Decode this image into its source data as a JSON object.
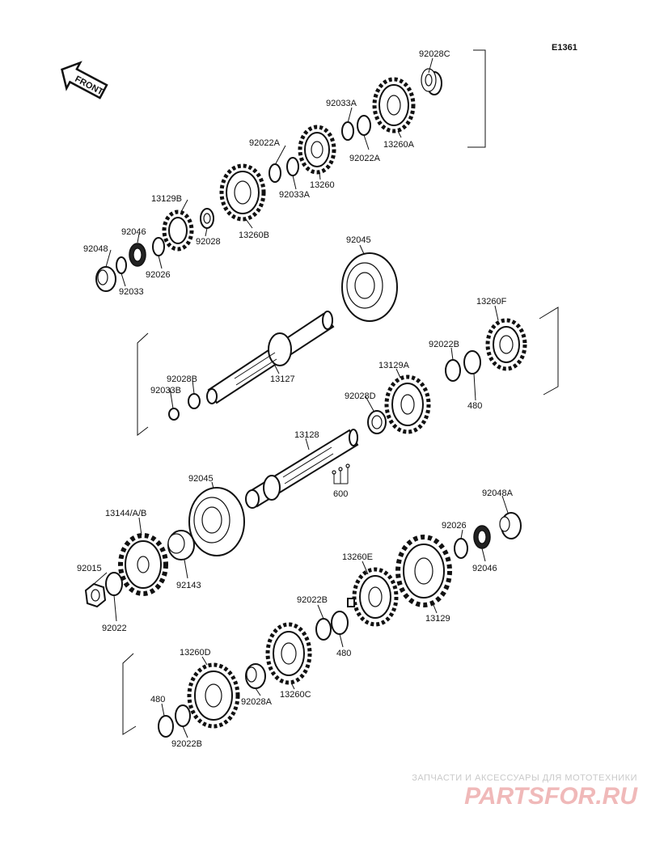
{
  "diagram_code": "E1361",
  "front_label": "FRONT",
  "parts": [
    {
      "id": "p-92028C",
      "label": "92028C"
    },
    {
      "id": "p-92033A-1",
      "label": "92033A"
    },
    {
      "id": "p-92022A-1",
      "label": "92022A"
    },
    {
      "id": "p-92022A-2",
      "label": "92022A"
    },
    {
      "id": "p-13260A",
      "label": "13260A"
    },
    {
      "id": "p-92033A-2",
      "label": "92033A"
    },
    {
      "id": "p-13260",
      "label": "13260"
    },
    {
      "id": "p-13129B",
      "label": "13129B"
    },
    {
      "id": "p-13260B",
      "label": "13260B"
    },
    {
      "id": "p-92046-1",
      "label": "92046"
    },
    {
      "id": "p-92028",
      "label": "92028"
    },
    {
      "id": "p-92048",
      "label": "92048"
    },
    {
      "id": "p-92026-1",
      "label": "92026"
    },
    {
      "id": "p-92033",
      "label": "92033"
    },
    {
      "id": "p-92045-1",
      "label": "92045"
    },
    {
      "id": "p-13260F",
      "label": "13260F"
    },
    {
      "id": "p-92022B-1",
      "label": "92022B"
    },
    {
      "id": "p-480-1",
      "label": "480"
    },
    {
      "id": "p-92028B",
      "label": "92028B"
    },
    {
      "id": "p-92033B",
      "label": "92033B"
    },
    {
      "id": "p-13127",
      "label": "13127"
    },
    {
      "id": "p-13129A",
      "label": "13129A"
    },
    {
      "id": "p-92028D",
      "label": "92028D"
    },
    {
      "id": "p-13128",
      "label": "13128"
    },
    {
      "id": "p-600",
      "label": "600"
    },
    {
      "id": "p-92045-2",
      "label": "92045"
    },
    {
      "id": "p-92048A",
      "label": "92048A"
    },
    {
      "id": "p-13144",
      "label": "13144/A/B"
    },
    {
      "id": "p-92026-2",
      "label": "92026"
    },
    {
      "id": "p-92046-2",
      "label": "92046"
    },
    {
      "id": "p-92015",
      "label": "92015"
    },
    {
      "id": "p-92143",
      "label": "92143"
    },
    {
      "id": "p-13260E",
      "label": "13260E"
    },
    {
      "id": "p-92022",
      "label": "92022"
    },
    {
      "id": "p-13129",
      "label": "13129"
    },
    {
      "id": "p-92022B-2",
      "label": "92022B"
    },
    {
      "id": "p-480-2",
      "label": "480"
    },
    {
      "id": "p-13260D",
      "label": "13260D"
    },
    {
      "id": "p-92028A",
      "label": "92028A"
    },
    {
      "id": "p-13260C",
      "label": "13260C"
    },
    {
      "id": "p-480-3",
      "label": "480"
    },
    {
      "id": "p-92022B-3",
      "label": "92022B"
    }
  ],
  "watermark": {
    "tagline": "ЗАПЧАСТИ И АКСЕССУАРЫ ДЛЯ МОТОТЕХНИКИ",
    "logo": "PARTSFOR.RU",
    "color": "#e88a8a"
  }
}
